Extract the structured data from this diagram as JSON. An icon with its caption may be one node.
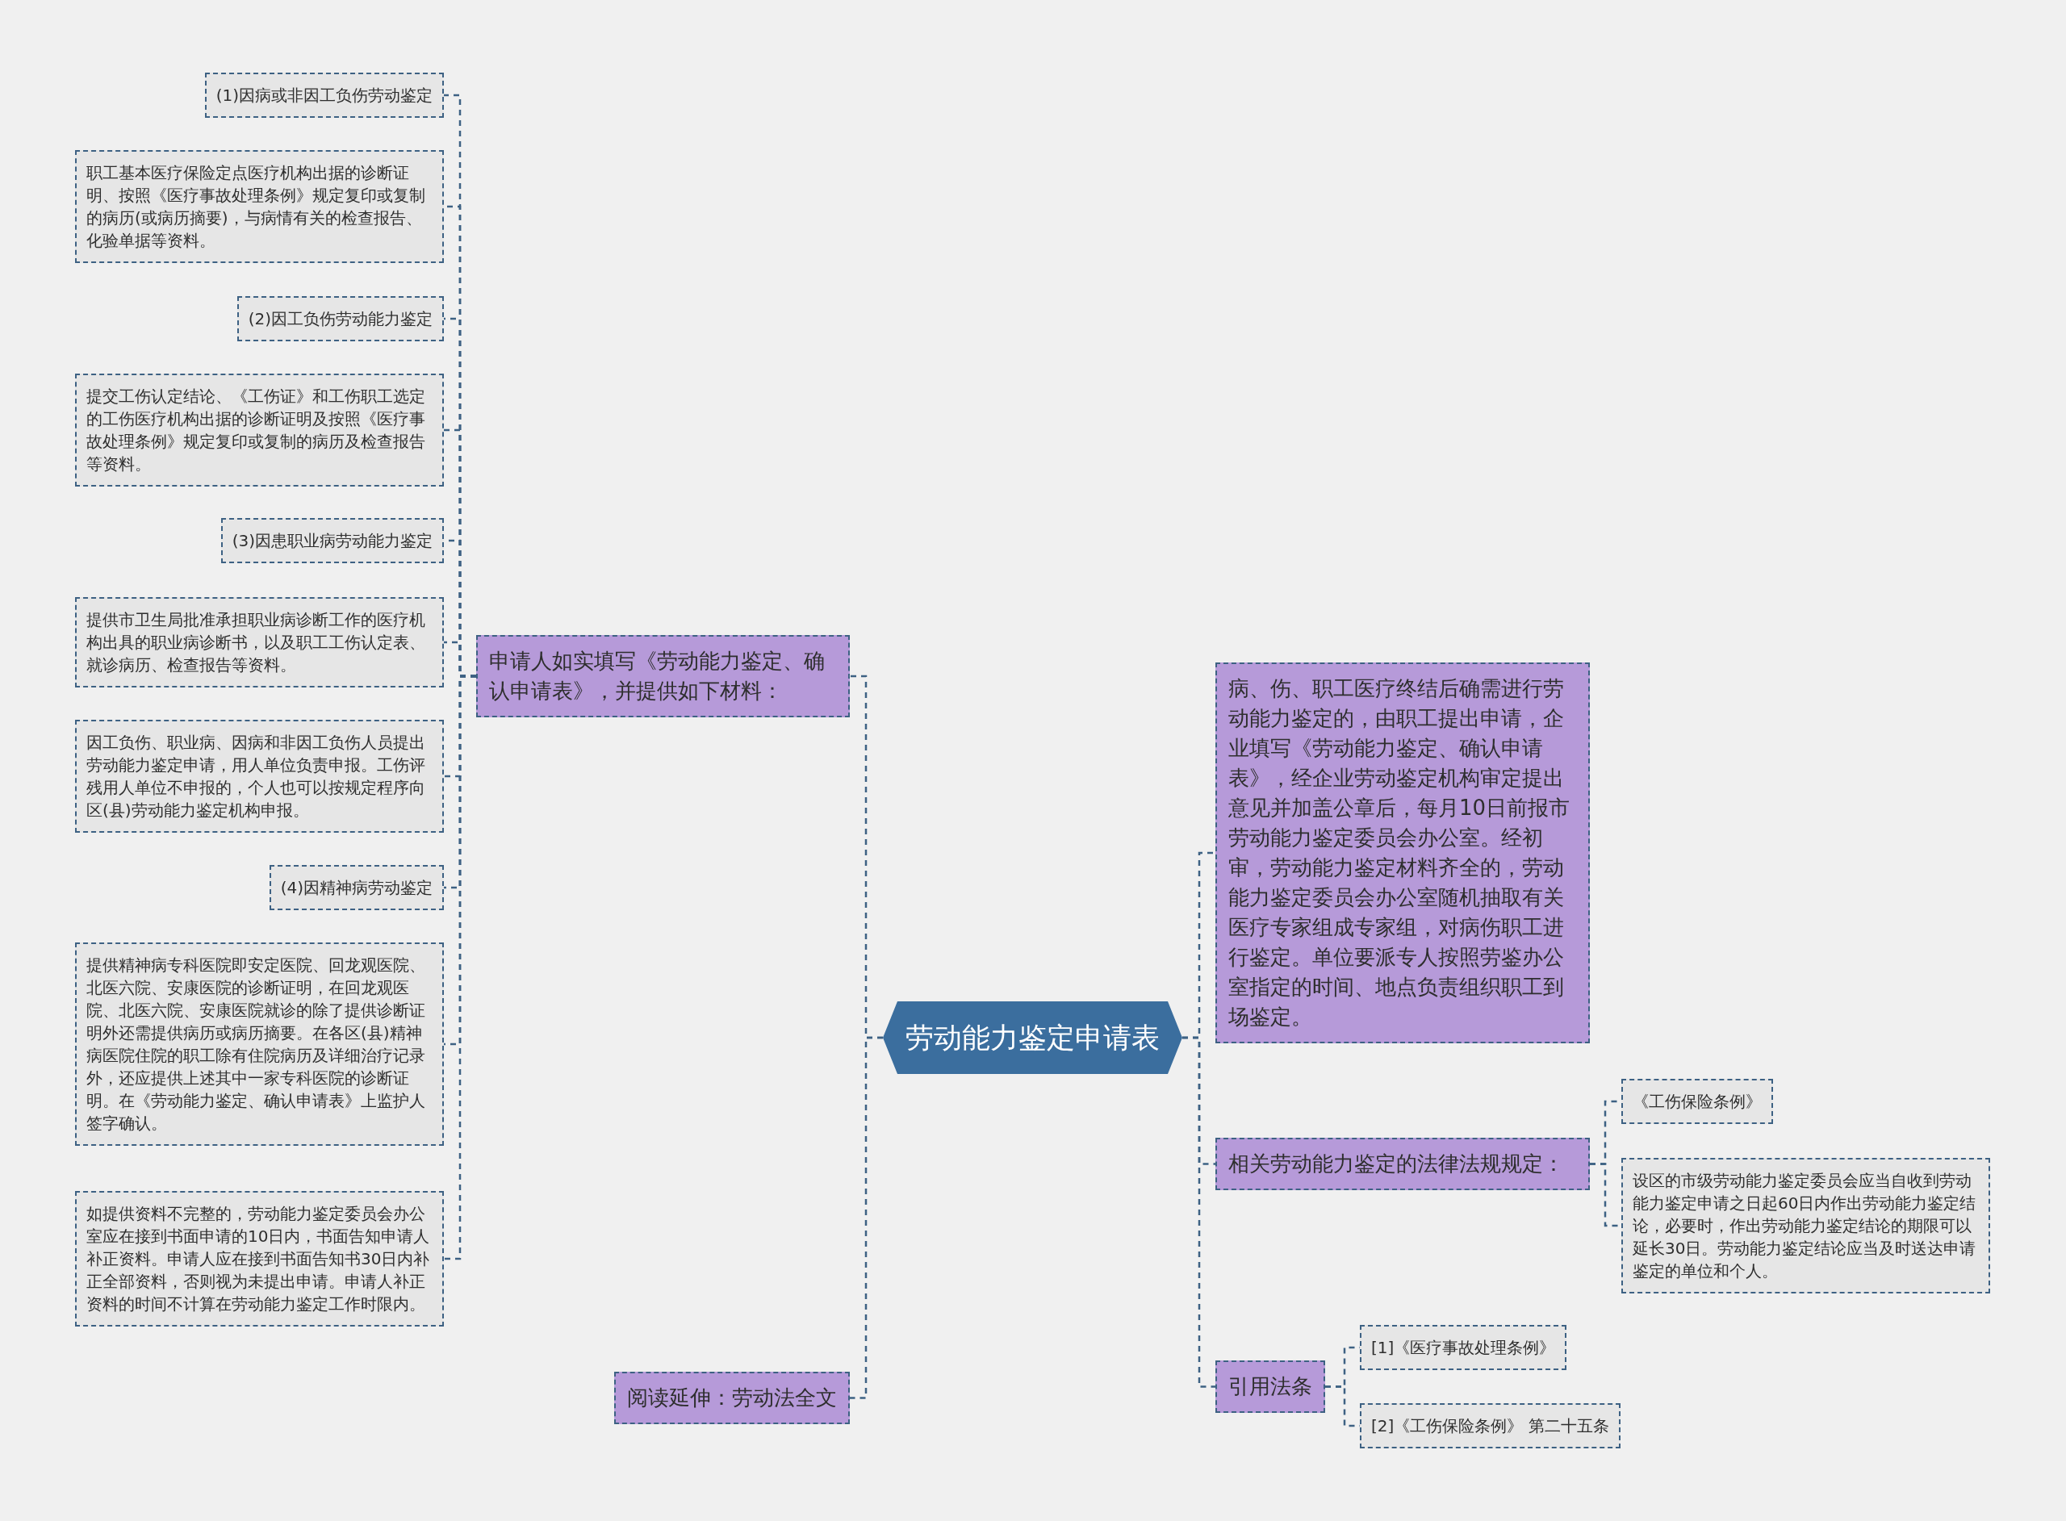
{
  "diagram": {
    "nodes": [
      {
        "text": [
          "劳动能力鉴定申请表"
        ]
      },
      {
        "text": [
          "申请人如实填写《劳动能力鉴定、确认申请表》，并提供如下材料："
        ]
      },
      {
        "text": [
          "(1)因病或非因工负伤劳动鉴定"
        ]
      },
      {
        "text": [
          "职工基本医疗保险定点医疗机构出据的诊断证明、按照《医疗事故处理条例》规定复印或复制的病历(或病历摘要)，与病情有关的检查报告、化验单据等资料。"
        ]
      },
      {
        "text": [
          "(2)因工负伤劳动能力鉴定"
        ]
      },
      {
        "text": [
          "提交工伤认定结论、《工伤证》和工伤职工选定的工伤医疗机构出据的诊断证明及按照《医疗事故处理条例》规定复印或复制的病历及检查报告等资料。"
        ]
      },
      {
        "text": [
          "(3)因患职业病劳动能力鉴定"
        ]
      },
      {
        "text": [
          "提供市卫生局批准承担职业病诊断工作的医疗机构出具的职业病诊断书，以及职工工伤认定表、就诊病历、检查报告等资料。"
        ]
      },
      {
        "text": [
          "因工负伤、职业病、因病和非因工负伤人员提出劳动能力鉴定申请，用人单位负责申报。工伤评残用人单位不申报的，个人也可以按规定程序向区(县)劳动能力鉴定机构申报。"
        ]
      },
      {
        "text": [
          "(4)因精神病劳动鉴定"
        ]
      },
      {
        "text": [
          "提供精神病专科医院即安定医院、回龙观医院、北医六院、安康医院的诊断证明，在回龙观医院、北医六院、安康医院就诊的除了提供诊断证明外还需提供病历或病历摘要。在各区(县)精神病医院住院的职工除有住院病历及详细治疗记录外，还应提供上述其中一家专科医院的诊断证明。在《劳动能力鉴定、确认申请表》上监护人签字确认。"
        ]
      },
      {
        "text": [
          "如提供资料不完整的，劳动能力鉴定委员会办公室应在接到书面申请的10日内，书面告知申请人补正资料。申请人应在接到书面告知书30日内补正全部资料，否则视为未提出申请。申请人补正资料的时间不计算在劳动能力鉴定工作时限内。"
        ]
      },
      {
        "text": [
          "阅读延伸：劳动法全文"
        ]
      },
      {
        "text": [
          "病、伤、职工医疗终结后确需进行劳动能力鉴定的，由职工提出申请，企业填写《劳动能力鉴定、确认申请表》，经企业劳动鉴定机构审定提出意见并加盖公章后，每月10日前报市劳动能力鉴定委员会办公室。经初审，劳动能力鉴定材料齐全的，劳动能力鉴定委员会办公室随机抽取有关医疗专家组成专家组，对病伤职工进行鉴定。单位要派专人按照劳鉴办公室指定的时间、地点负责组织职工到场鉴定。"
        ]
      },
      {
        "text": [
          "相关劳动能力鉴定的法律法规规定："
        ]
      },
      {
        "text": [
          "《工伤保险条例》"
        ]
      },
      {
        "text": [
          "设区的市级劳动能力鉴定委员会应当自收到劳动能力鉴定申请之日起60日内作出劳动能力鉴定结论，必要时，作出劳动能力鉴定结论的期限可以延长30日。劳动能力鉴定结论应当及时送达申请鉴定的单位和个人。"
        ]
      },
      {
        "text": [
          "引用法条"
        ]
      },
      {
        "text": [
          "[1]《医疗事故处理条例》"
        ]
      },
      {
        "text": [
          "[2]《工伤保险条例》 第二十五条"
        ]
      }
    ],
    "edges": [
      {
        "from": 0,
        "to": 1,
        "arrow": "none",
        "style": "dashed"
      },
      {
        "from": 1,
        "to": 2,
        "arrow": "none",
        "style": "dashed"
      },
      {
        "from": 1,
        "to": 3,
        "arrow": "none",
        "style": "dashed"
      },
      {
        "from": 1,
        "to": 4,
        "arrow": "none",
        "style": "dashed"
      },
      {
        "from": 1,
        "to": 5,
        "arrow": "none",
        "style": "dashed"
      },
      {
        "from": 1,
        "to": 6,
        "arrow": "none",
        "style": "dashed"
      },
      {
        "from": 1,
        "to": 7,
        "arrow": "none",
        "style": "dashed"
      },
      {
        "from": 1,
        "to": 8,
        "arrow": "none",
        "style": "dashed"
      },
      {
        "from": 1,
        "to": 9,
        "arrow": "none",
        "style": "dashed"
      },
      {
        "from": 1,
        "to": 10,
        "arrow": "none",
        "style": "dashed"
      },
      {
        "from": 1,
        "to": 11,
        "arrow": "none",
        "style": "dashed"
      },
      {
        "from": 0,
        "to": 12,
        "arrow": "none",
        "style": "dashed"
      },
      {
        "from": 0,
        "to": 13,
        "arrow": "none",
        "style": "dashed"
      },
      {
        "from": 0,
        "to": 14,
        "arrow": "none",
        "style": "dashed"
      },
      {
        "from": 14,
        "to": 15,
        "arrow": "none",
        "style": "dashed"
      },
      {
        "from": 14,
        "to": 16,
        "arrow": "none",
        "style": "dashed"
      },
      {
        "from": 0,
        "to": 17,
        "arrow": "none",
        "style": "dashed"
      },
      {
        "from": 17,
        "to": 18,
        "arrow": "none",
        "style": "dashed"
      },
      {
        "from": 17,
        "to": 19,
        "arrow": "none",
        "style": "dashed"
      }
    ]
  }
}
